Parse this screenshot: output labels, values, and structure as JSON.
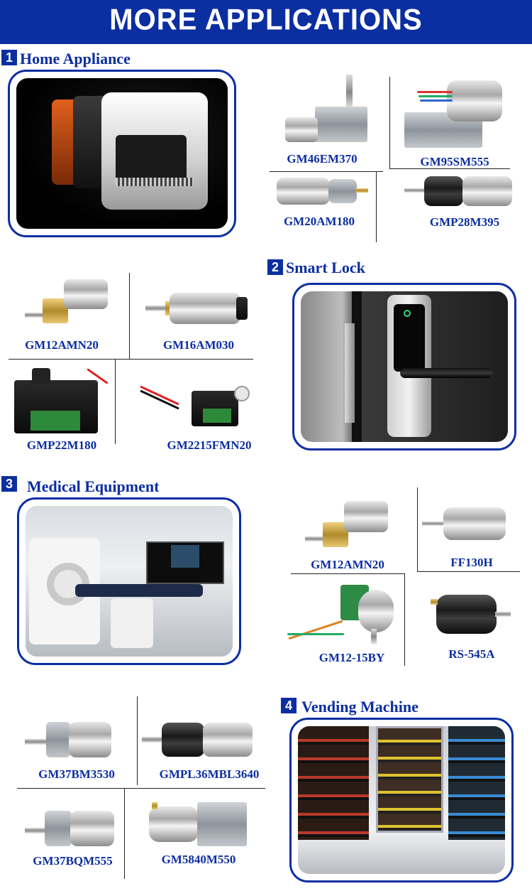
{
  "banner": {
    "title": "MORE APPLICATIONS"
  },
  "sections": [
    {
      "num": "1",
      "title": "Home Appliance"
    },
    {
      "num": "2",
      "title": "Smart Lock"
    },
    {
      "num": "3",
      "title": "Medical Equipment"
    },
    {
      "num": "4",
      "title": "Vending Machine"
    }
  ],
  "products": {
    "home": [
      "GM46EM370",
      "GM95SM555",
      "GM20AM180",
      "GMP28M395"
    ],
    "lock": [
      "GM12AMN20",
      "GM16AM030",
      "GMP22M180",
      "GM2215FMN20"
    ],
    "medical": [
      "GM12AMN20",
      "FF130H",
      "GM12-15BY",
      "RS-545A"
    ],
    "vending": [
      "GM37BM3530",
      "GMPL36MBL3640",
      "GM37BQM555",
      "GM5840M550"
    ]
  },
  "colors": {
    "brand_blue": "#0b2ea1",
    "label_blue": "#0b2ea1"
  }
}
